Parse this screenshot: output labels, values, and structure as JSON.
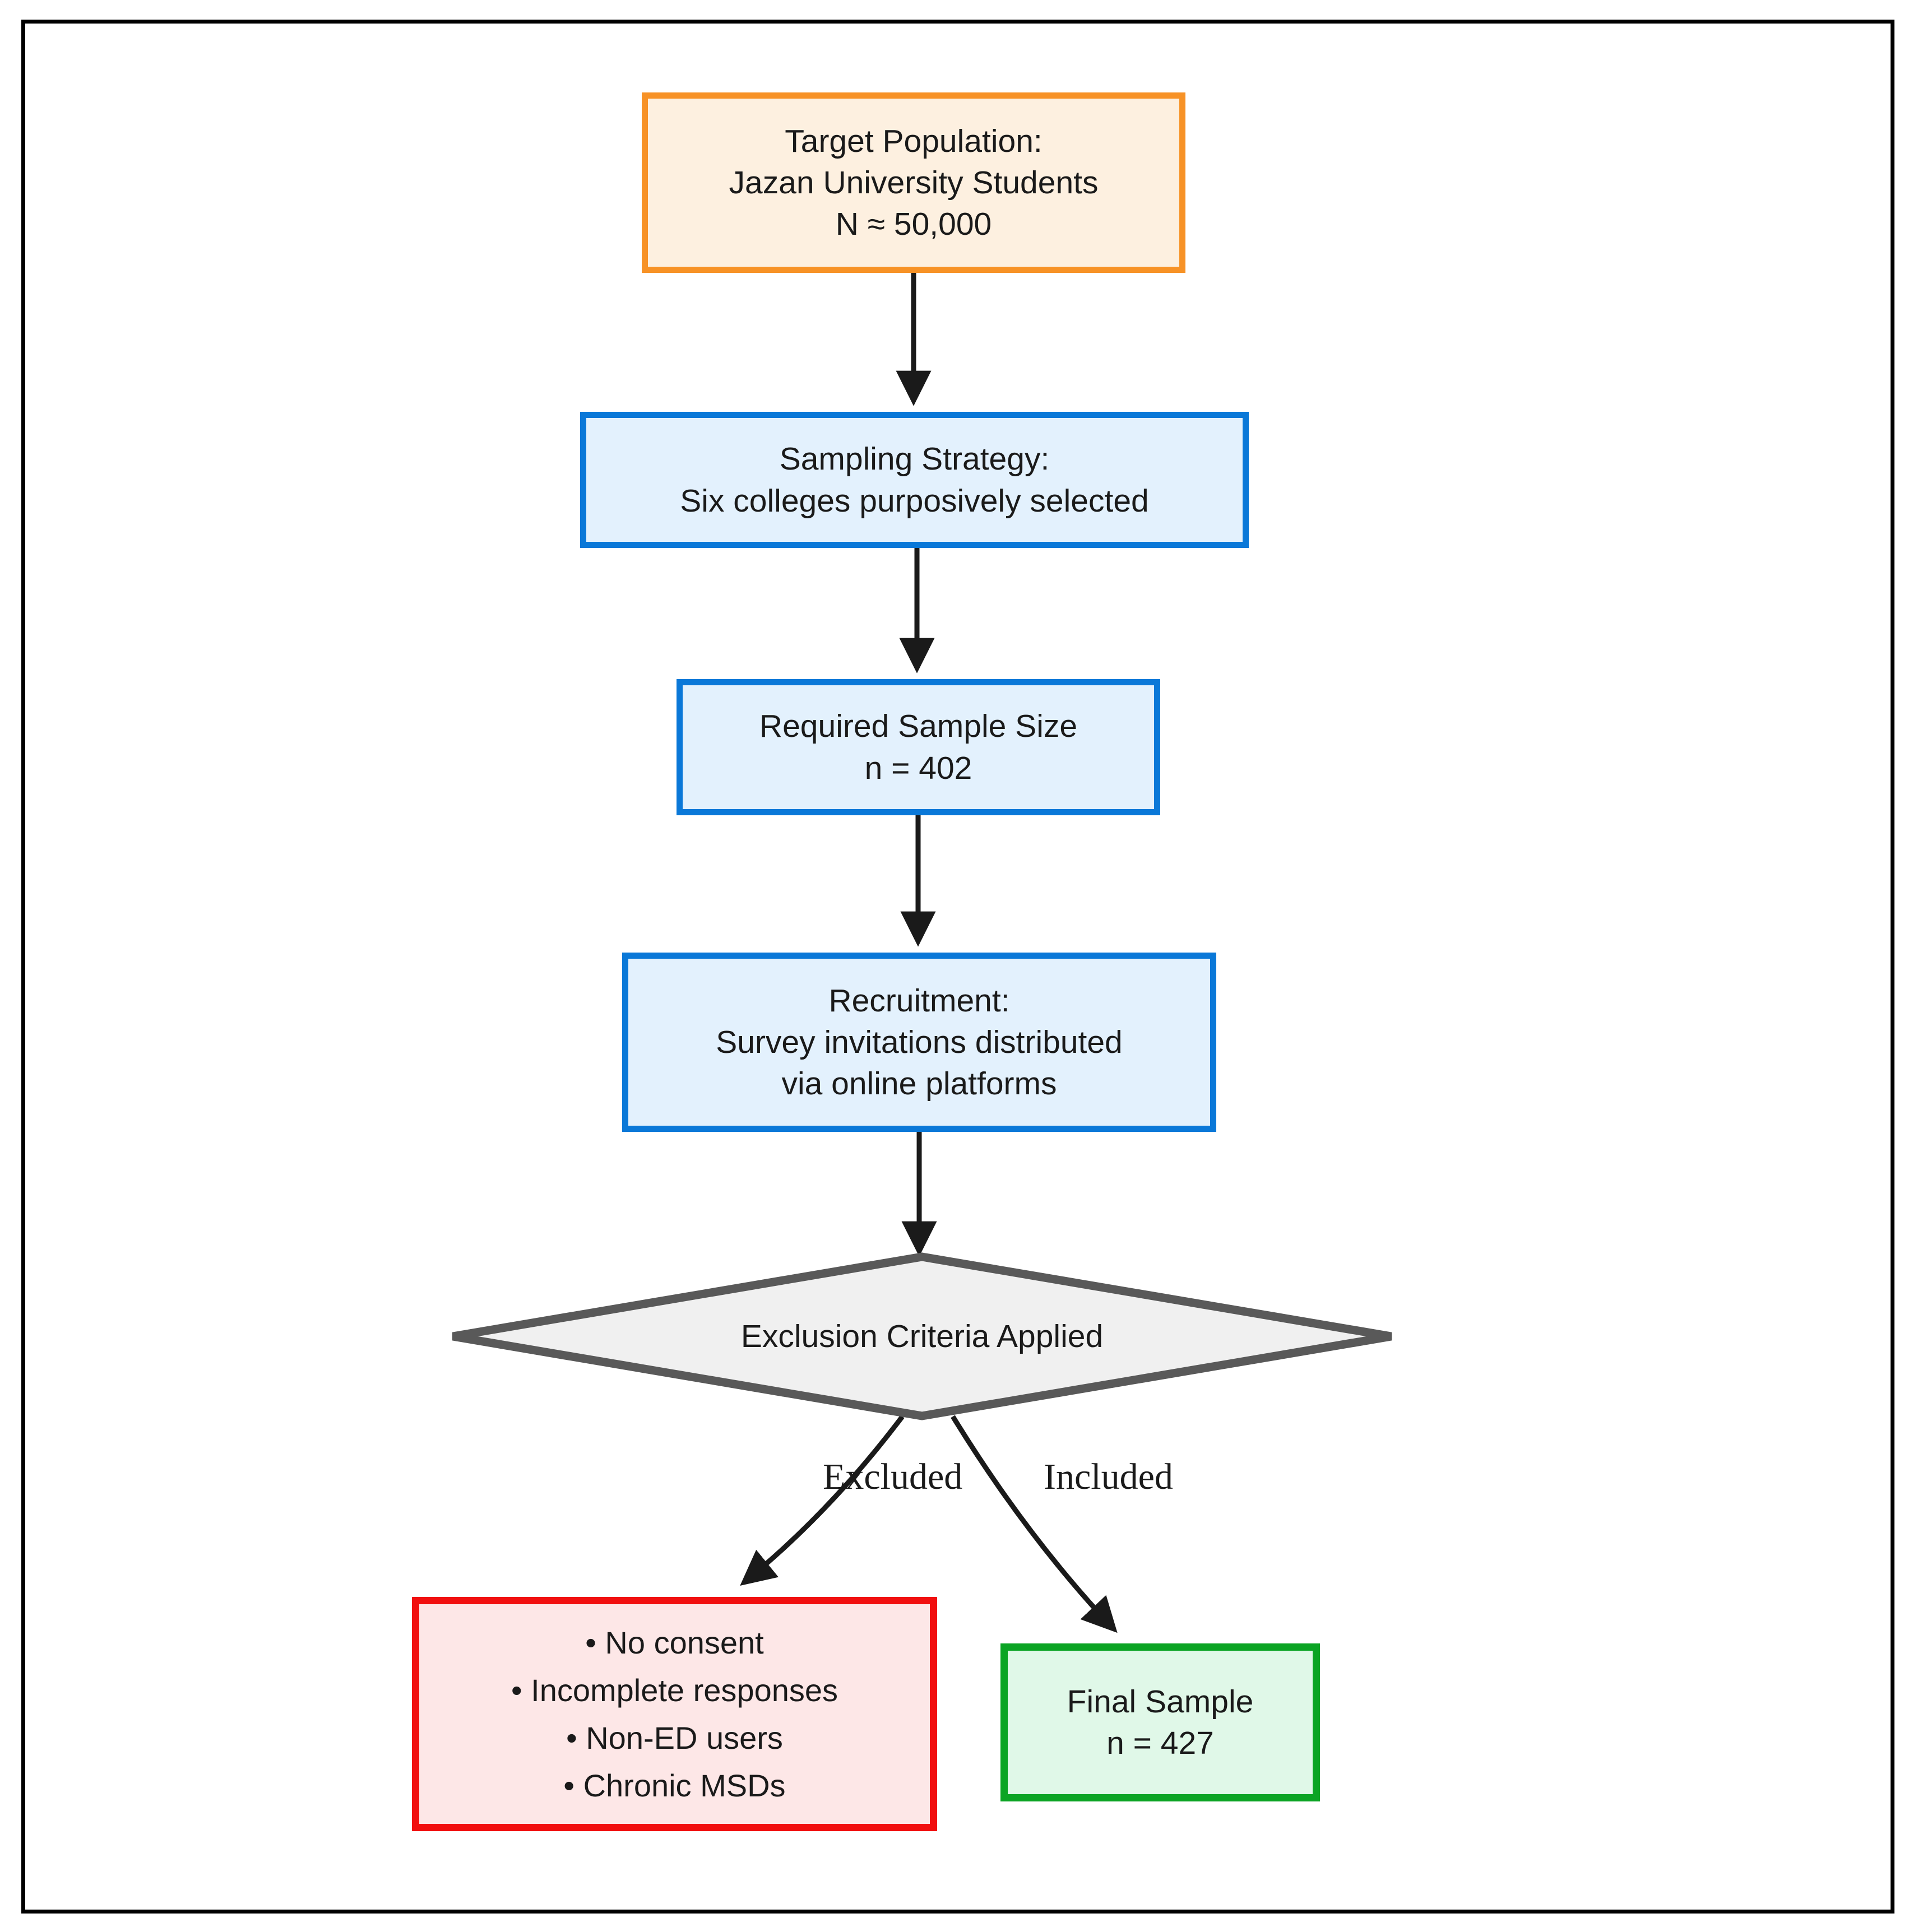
{
  "diagram": {
    "type": "flowchart",
    "title": "Study sampling and participant selection flow",
    "nodes": {
      "target_population": {
        "shape": "rectangle",
        "lines": [
          "Target Population:",
          "Jazan University Students",
          "N ≈ 50,000"
        ],
        "border_color": "#f79226",
        "fill_color": "#fdf0e0"
      },
      "sampling_strategy": {
        "shape": "rectangle",
        "lines": [
          "Sampling Strategy:",
          "Six colleges purposively selected"
        ],
        "border_color": "#0a78d8",
        "fill_color": "#e3f1fd"
      },
      "required_sample_size": {
        "shape": "rectangle",
        "lines": [
          "Required Sample Size",
          "n = 402"
        ],
        "border_color": "#0a78d8",
        "fill_color": "#e3f1fd"
      },
      "recruitment": {
        "shape": "rectangle",
        "lines": [
          "Recruitment:",
          "Survey invitations distributed",
          "via online platforms"
        ],
        "border_color": "#0a78d8",
        "fill_color": "#e3f1fd"
      },
      "exclusion_decision": {
        "shape": "diamond",
        "label": "Exclusion Criteria Applied",
        "border_color": "#595959",
        "fill_color": "#f0f0f0"
      },
      "excluded_list": {
        "shape": "rectangle",
        "lines": [
          "• No consent",
          "• Incomplete responses",
          "• Non-ED users",
          "• Chronic MSDs"
        ],
        "border_color": "#f10f0f",
        "fill_color": "#fde7e7"
      },
      "final_sample": {
        "shape": "rectangle",
        "lines": [
          "Final Sample",
          "n = 427"
        ],
        "border_color": "#0ba424",
        "fill_color": "#e0f8e8"
      }
    },
    "edge_labels": {
      "excluded": "Excluded",
      "included": "Included"
    },
    "frame_color": "#000000",
    "connector_color": "#1a1a1a"
  }
}
